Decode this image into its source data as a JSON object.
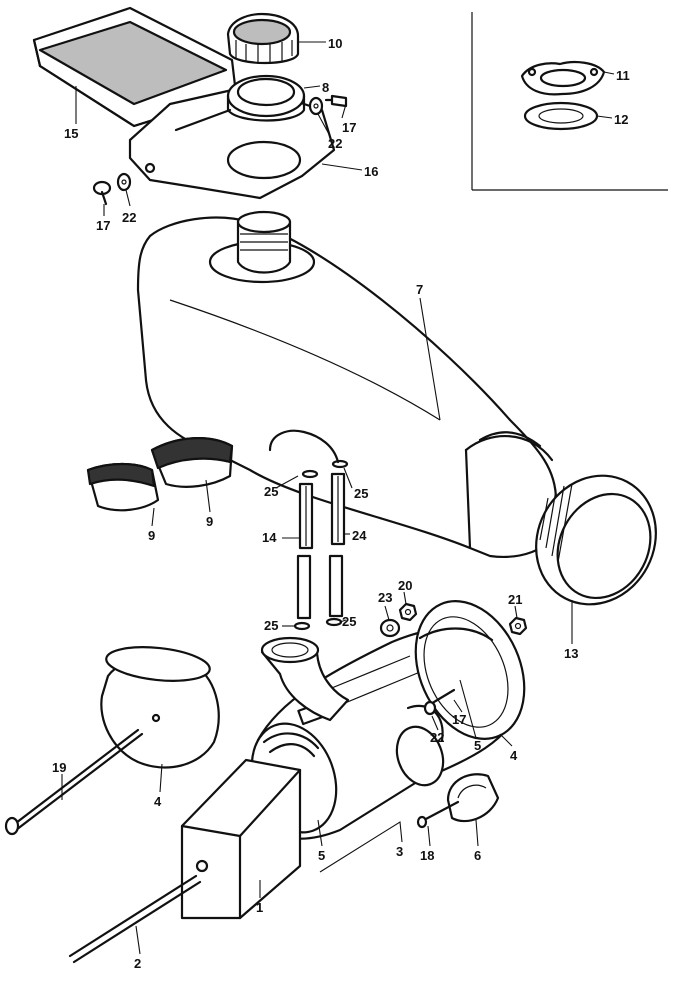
{
  "callouts": [
    {
      "id": "c10",
      "text": "10"
    },
    {
      "id": "c8",
      "text": "8"
    },
    {
      "id": "c17a",
      "text": "17"
    },
    {
      "id": "c22a",
      "text": "22"
    },
    {
      "id": "c15",
      "text": "15"
    },
    {
      "id": "c16",
      "text": "16"
    },
    {
      "id": "c17b",
      "text": "17"
    },
    {
      "id": "c22b",
      "text": "22"
    },
    {
      "id": "c11",
      "text": "11"
    },
    {
      "id": "c12",
      "text": "12"
    },
    {
      "id": "c7",
      "text": "7"
    },
    {
      "id": "c25a",
      "text": "25"
    },
    {
      "id": "c25b",
      "text": "25"
    },
    {
      "id": "c9a",
      "text": "9"
    },
    {
      "id": "c9b",
      "text": "9"
    },
    {
      "id": "c14",
      "text": "14"
    },
    {
      "id": "c24",
      "text": "24"
    },
    {
      "id": "c13",
      "text": "13"
    },
    {
      "id": "c25c",
      "text": "25"
    },
    {
      "id": "c25d",
      "text": "25"
    },
    {
      "id": "c23",
      "text": "23"
    },
    {
      "id": "c20",
      "text": "20"
    },
    {
      "id": "c21",
      "text": "21"
    },
    {
      "id": "c17c",
      "text": "17"
    },
    {
      "id": "c22c",
      "text": "22"
    },
    {
      "id": "c5a",
      "text": "5"
    },
    {
      "id": "c4a",
      "text": "4"
    },
    {
      "id": "c19",
      "text": "19"
    },
    {
      "id": "c4b",
      "text": "4"
    },
    {
      "id": "c18",
      "text": "18"
    },
    {
      "id": "c6",
      "text": "6"
    },
    {
      "id": "c5b",
      "text": "5"
    },
    {
      "id": "c3",
      "text": "3"
    },
    {
      "id": "c1",
      "text": "1"
    },
    {
      "id": "c2",
      "text": "2"
    }
  ]
}
